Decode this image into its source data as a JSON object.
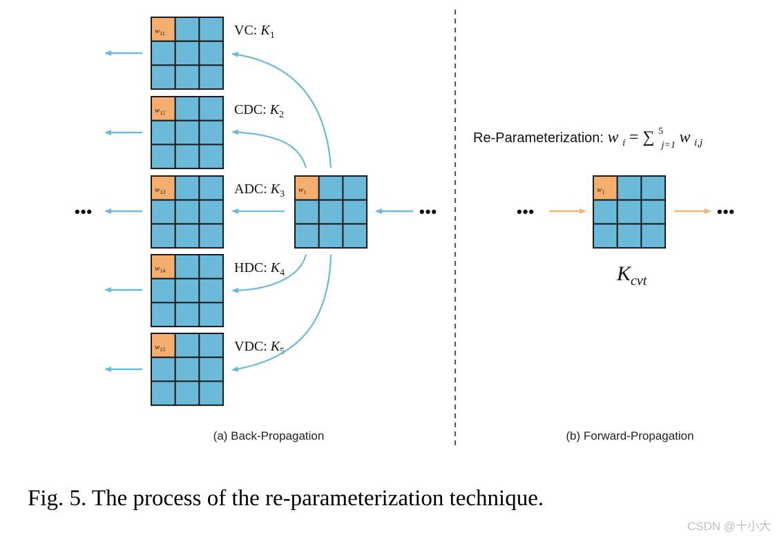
{
  "colors": {
    "cell_blue": "#6bbad9",
    "cell_orange": "#f6ae6f",
    "grid_line": "#1a1a1a",
    "arrow_blue": "#6bbad9",
    "arrow_orange": "#f6b66e",
    "divider": "#555555"
  },
  "back_propagation": {
    "kernels": [
      {
        "cell": "w",
        "sub": "11",
        "label": "VC: ",
        "k": "K",
        "k_sub": "1"
      },
      {
        "cell": "w",
        "sub": "12",
        "label": "CDC: ",
        "k": "K",
        "k_sub": "2"
      },
      {
        "cell": "w",
        "sub": "13",
        "label": "ADC: ",
        "k": "K",
        "k_sub": "3"
      },
      {
        "cell": "w",
        "sub": "14",
        "label": "HDC: ",
        "k": "K",
        "k_sub": "4"
      },
      {
        "cell": "w",
        "sub": "15",
        "label": "VDC: ",
        "k": "K",
        "k_sub": "5"
      }
    ],
    "center_cell": {
      "cell": "w",
      "sub": "1"
    },
    "ellipsis": "•••",
    "caption": "(a) Back-Propagation"
  },
  "forward_propagation": {
    "reparam_label": "Re-Parameterization: ",
    "formula": {
      "lhs": "w",
      "lhs_sub": "i",
      "eq": " = ",
      "sum": "∑",
      "sum_sup": "5",
      "sum_sub": "j=1",
      "rhs": " w",
      "rhs_sub": "i,j"
    },
    "cell": {
      "cell": "w",
      "sub": "1"
    },
    "kernel_name": "K",
    "kernel_sub": "cvt",
    "ellipsis": "•••",
    "caption": "(b) Forward-Propagation"
  },
  "figure_caption": "Fig. 5.  The process of the re-parameterization technique.",
  "watermark": "CSDN @十小大"
}
